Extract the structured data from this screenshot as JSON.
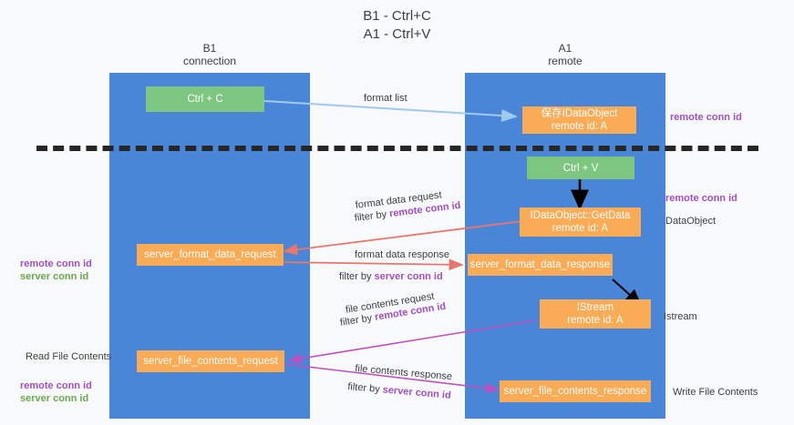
{
  "title": "B1 - Ctrl+C\nA1 - Ctrl+V",
  "lanes": [
    {
      "name": "lane-b1",
      "header": "B1\nconnection"
    },
    {
      "name": "lane-a1",
      "header": "A1\nremote"
    }
  ],
  "nodes": {
    "ctrl_c": "Ctrl + C",
    "save_idataobject": "保存IDataObject\nremote id: A",
    "ctrl_v": "Ctrl + V",
    "getdata": "IDataObject::GetData\nremote id: A",
    "server_format_data_request": "server_format_data_request",
    "server_format_data_response": "server_format_data_response",
    "istream": "IStream\nremote id: A",
    "server_file_contents_request": "server_file_contents_request",
    "server_file_contents_response": "server_file_contents_response"
  },
  "edges": {
    "format_list": "format list",
    "format_data_request": "format data request",
    "format_data_request_filter_prefix": "filter by ",
    "format_data_request_filter_key": "remote conn id",
    "format_data_response": "format data response",
    "format_data_response_filter_prefix": "filter by ",
    "format_data_response_filter_key": "server conn id",
    "file_contents_request": "file contents request",
    "file_contents_request_filter_prefix": "filter by ",
    "file_contents_request_filter_key": "remote conn id",
    "file_contents_response": "file contents response",
    "file_contents_response_filter_prefix": "filter by ",
    "file_contents_response_filter_key": "server conn id"
  },
  "annotations": {
    "right_remote_conn_id_top": "remote conn id",
    "right_remote_conn_id_mid": "remote conn id",
    "right_dataobject": "DataObject",
    "right_istream": "Istream",
    "right_write_file_contents": "Write File Contents",
    "left_conn_ids_mid": "remote conn id\nserver conn id",
    "left_read_file_contents": "Read File Contents",
    "left_conn_ids_bottom": "remote conn id\nserver conn id"
  },
  "colors": {
    "lane": "#4a86d8",
    "green_node": "#7dc67f",
    "orange_node": "#f9ab55",
    "purple": "#a24ec0",
    "green_text": "#6aa84f",
    "red_arrow": "#e8766b",
    "blue_arrow": "#9fc9ee",
    "magenta_arrow": "#c04ec0",
    "black_arrow": "#000000",
    "background": "#f8f9fa"
  }
}
